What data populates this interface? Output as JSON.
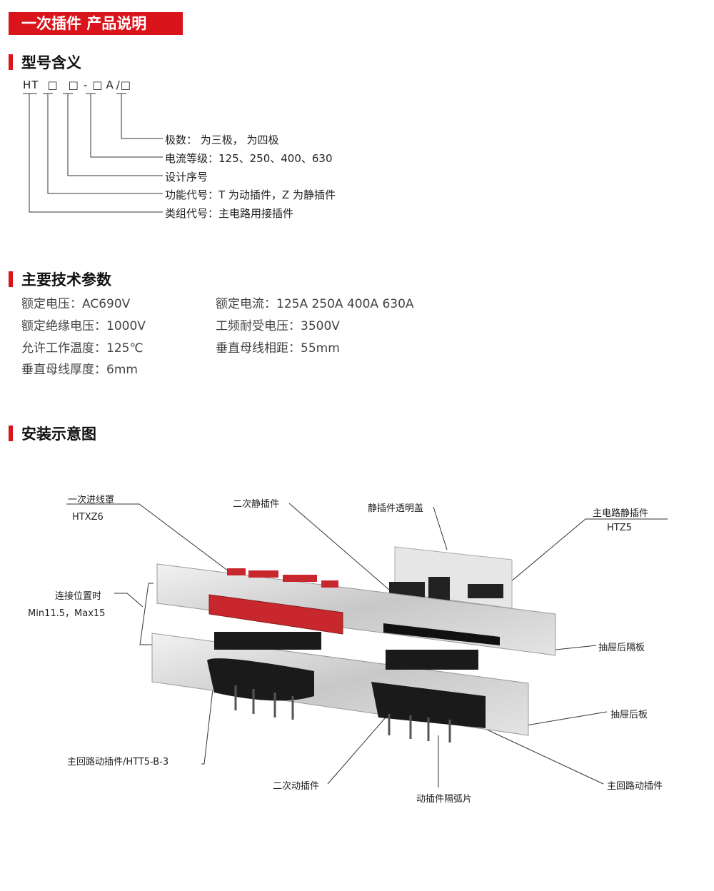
{
  "banner": {
    "title": "一次插件 产品说明"
  },
  "model": {
    "heading": "型号含义",
    "code": [
      "HT",
      "□",
      "□",
      "-",
      "□",
      "A",
      "/",
      "□"
    ],
    "legend": [
      "极数： 为三极， 为四极",
      "电流等级：125、250、400、630",
      "设计序号",
      "功能代号：T 为动插件，Z 为静插件",
      "类组代号：主电路用接插件"
    ]
  },
  "params": {
    "heading": "主要技术参数",
    "left": [
      "额定电压：AC690V",
      "额定绝缘电压：1000V",
      "允许工作温度：125℃",
      "垂直母线厚度：6mm"
    ],
    "right": [
      "额定电流：125A 250A 400A 630A",
      "工频耐受电压：3500V",
      "垂直母线相距：55mm"
    ]
  },
  "install": {
    "heading": "安装示意图",
    "labels": {
      "primary_cover": "一次进线罩",
      "primary_cover_model": "HTXZ6",
      "sec_static": "二次静插件",
      "static_cover": "静插件透明盖",
      "main_static": "主电路静插件",
      "main_static_model": "HTZ5",
      "conn_pos": "连接位置时",
      "conn_range": "Min11.5，Max15",
      "rear_partition": "抽屉后隔板",
      "rear_plate": "抽屉后板",
      "main_moving_model": "主回路动插件/HTT5-B-3",
      "sec_moving": "二次动插件",
      "arc_plate": "动插件隔弧片",
      "main_moving": "主回路动插件"
    }
  },
  "colors": {
    "accent": "#d9141b"
  }
}
